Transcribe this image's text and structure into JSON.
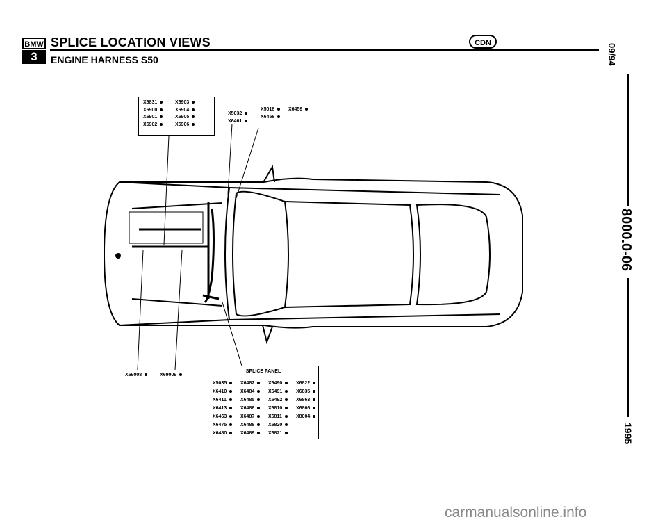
{
  "header": {
    "logo_top": "BMW",
    "logo_bottom": "3",
    "title": "SPLICE LOCATION VIEWS",
    "subtitle": "ENGINE HARNESS S50",
    "cdn_badge": "CDN"
  },
  "margin": {
    "date": "09/94",
    "code": "8000.0-06",
    "year": "1995"
  },
  "labels": {
    "box_left": [
      [
        "X6831",
        "X6903"
      ],
      [
        "X6900",
        "X6904"
      ],
      [
        "X6901",
        "X6905"
      ],
      [
        "X6902",
        "X6906"
      ]
    ],
    "mid_left": [
      "X5032",
      "X6461"
    ],
    "box_right": [
      [
        "X5018",
        "X6459"
      ],
      [
        "X6458",
        ""
      ]
    ],
    "bottom_left": [
      "X69008",
      "X69009"
    ]
  },
  "splice_panel": {
    "title": "SPLICE PANEL",
    "rows": [
      [
        "X5035",
        "X6482",
        "X6490",
        "X6822"
      ],
      [
        "X6410",
        "X6484",
        "X6491",
        "X6835"
      ],
      [
        "X6411",
        "X6485",
        "X6492",
        "X6863"
      ],
      [
        "X6413",
        "X6486",
        "X6810",
        "X6866"
      ],
      [
        "X6463",
        "X6487",
        "X6811",
        "X8004"
      ],
      [
        "X6475",
        "X6488",
        "X6820",
        ""
      ],
      [
        "X6480",
        "X6489",
        "X6821",
        ""
      ]
    ]
  },
  "watermark": "carmanualsonline.info"
}
